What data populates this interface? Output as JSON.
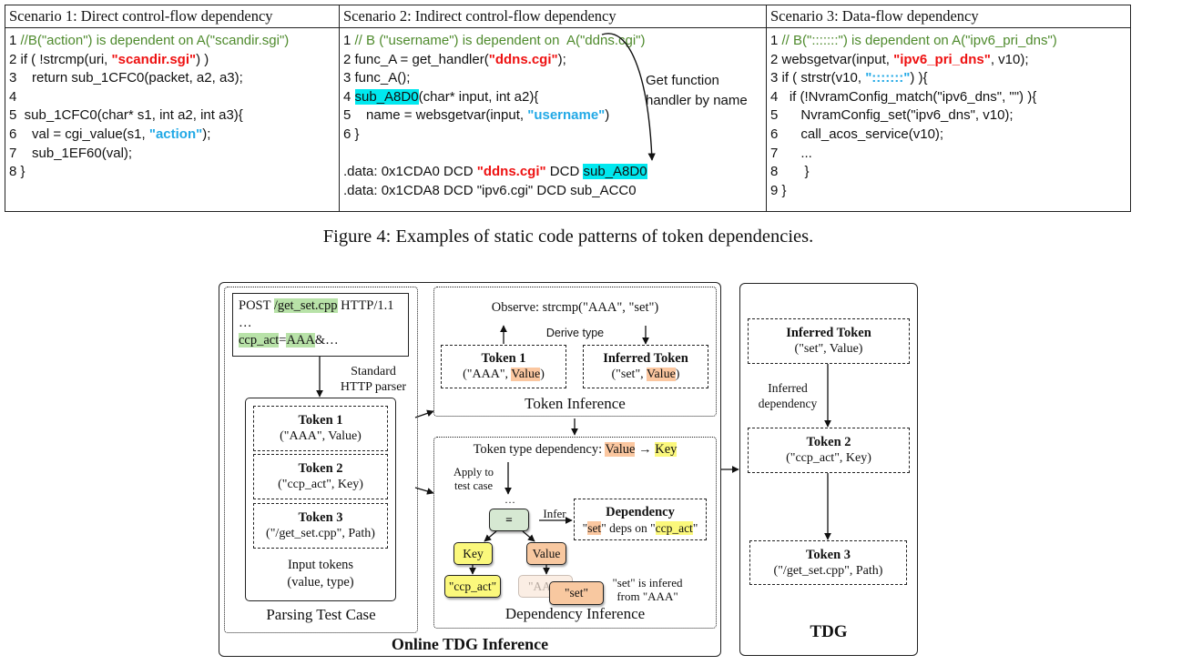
{
  "code_table": {
    "scenarios": [
      {
        "header": "Scenario 1: Direct control-flow dependency",
        "lines": [
          [
            {
              "t": "1 "
            },
            {
              "t": "//B(\"action\") is dependent on A(\"scandir.sgi\")",
              "s": "cmt"
            }
          ],
          [
            {
              "t": "2 if ( !strcmp(uri, "
            },
            {
              "t": "\"scandir.sgi\"",
              "s": "red"
            },
            {
              "t": ") )"
            }
          ],
          [
            {
              "t": "3    return sub_1CFC0(packet, a2, a3);"
            }
          ],
          [
            {
              "t": "4"
            }
          ],
          [
            {
              "t": "5  sub_1CFC0(char* s1, int a2, int a3){"
            }
          ],
          [
            {
              "t": "6    val = cgi_value(s1, "
            },
            {
              "t": "\"action\"",
              "s": "blue"
            },
            {
              "t": ");"
            }
          ],
          [
            {
              "t": "7    sub_1EF60(val);"
            }
          ],
          [
            {
              "t": "8 }"
            }
          ]
        ]
      },
      {
        "header": "Scenario 2: Indirect control-flow dependency",
        "lines": [
          [
            {
              "t": "1 "
            },
            {
              "t": "// B (\"username\") is dependent on  A(\"ddns.cgi\")",
              "s": "cmt"
            }
          ],
          [
            {
              "t": "2 func_A = get_handler("
            },
            {
              "t": "\"ddns.cgi\"",
              "s": "red"
            },
            {
              "t": ");"
            }
          ],
          [
            {
              "t": "3 func_A();"
            }
          ],
          [
            {
              "t": "4 "
            },
            {
              "t": "sub_A8D0",
              "s": "hl"
            },
            {
              "t": "(char* input, int a2){"
            }
          ],
          [
            {
              "t": "5    name = websgetvar(input, "
            },
            {
              "t": "\"username\"",
              "s": "blue"
            },
            {
              "t": ")"
            }
          ],
          [
            {
              "t": "6 }"
            }
          ],
          [
            {
              "t": ""
            }
          ],
          [
            {
              "t": ".data: 0x1CDA0 DCD "
            },
            {
              "t": "\"ddns.cgi\"",
              "s": "red"
            },
            {
              "t": " DCD "
            },
            {
              "t": "sub_A8D0",
              "s": "hl"
            }
          ],
          [
            {
              "t": ".data: 0x1CDA8 DCD \"ipv6.cgi\" DCD sub_ACC0"
            }
          ]
        ],
        "annotation": [
          "Get function",
          "handler by name"
        ]
      },
      {
        "header": "Scenario 3: Data-flow dependency",
        "lines": [
          [
            {
              "t": "1 "
            },
            {
              "t": "// B(\":::::::\") is dependent on A(\"ipv6_pri_dns\")",
              "s": "cmt"
            }
          ],
          [
            {
              "t": "2 websgetvar(input, "
            },
            {
              "t": "\"ipv6_pri_dns\"",
              "s": "red"
            },
            {
              "t": ", v10);"
            }
          ],
          [
            {
              "t": "3 if ( strstr(v10, "
            },
            {
              "t": "\":::::::\"",
              "s": "blue"
            },
            {
              "t": ") ){"
            }
          ],
          [
            {
              "t": "4   if (!NvramConfig_match(\"ipv6_dns\", \"\") ){"
            }
          ],
          [
            {
              "t": "5      NvramConfig_set(\"ipv6_dns\", v10);"
            }
          ],
          [
            {
              "t": "6      call_acos_service(v10);"
            }
          ],
          [
            {
              "t": "7      ..."
            }
          ],
          [
            {
              "t": "8       }"
            }
          ],
          [
            {
              "t": "9 }"
            }
          ]
        ]
      }
    ]
  },
  "caption": "Figure 4: Examples of static code patterns of token dependencies.",
  "diagram": {
    "online_title": "Online TDG Inference",
    "parsing": {
      "request_line_prefix": "POST ",
      "request_path": "/get_set.cpp",
      "request_line_suffix": " HTTP/1.1",
      "ellipsis": "…",
      "body_key": "ccp_act",
      "body_eq": "=",
      "body_value": "AAA",
      "body_suffix": "&…",
      "parser_label_1": "Standard",
      "parser_label_2": "HTTP parser",
      "tokens": [
        {
          "name": "Token 1",
          "value": "(\"AAA\", Value)"
        },
        {
          "name": "Token 2",
          "value": "(\"ccp_act\", Key)"
        },
        {
          "name": "Token 3",
          "value": "(\"/get_set.cpp\", Path)"
        }
      ],
      "input_tokens_1": "Input tokens",
      "input_tokens_2": "(value, type)",
      "title": "Parsing Test Case"
    },
    "token_inference": {
      "observe": "Observe: strcmp(\"AAA\", \"set\")",
      "derive": "Derive type",
      "token1_name": "Token 1",
      "token1_prefix": "(\"AAA\", ",
      "token1_type": "Value",
      "token1_suffix": ")",
      "inferred_name": "Inferred Token",
      "inferred_prefix": "(\"set\", ",
      "inferred_type": "Value",
      "inferred_suffix": ")",
      "title": "Token Inference"
    },
    "dependency_inference": {
      "type_dep_prefix": "Token type dependency: ",
      "type_dep_from": "Value",
      "type_dep_arrow": " → ",
      "type_dep_to": "Key",
      "apply_1": "Apply to",
      "apply_2": "test case",
      "dots": "···",
      "eq_node": "=",
      "infer": "Infer",
      "dep_title": "Dependency",
      "dep_q1": "\"",
      "dep_set": "set",
      "dep_mid": "\" deps on \"",
      "dep_ccp": "ccp_act",
      "dep_q2": "\"",
      "key_node": "Key",
      "value_node": "Value",
      "ccp_node": "\"ccp_act\"",
      "aaa_node": "\"AAA\"",
      "set_node": "\"set\"",
      "note_1": "\"set\" is infered",
      "note_2": "from \"AAA\"",
      "title": "Dependency Inference"
    },
    "tdg": {
      "inferred_name": "Inferred Token",
      "inferred_value": "(\"set\", Value)",
      "edge_label_1": "Inferred",
      "edge_label_2": "dependency",
      "token2_name": "Token 2",
      "token2_value": "(\"ccp_act\", Key)",
      "token3_name": "Token 3",
      "token3_value": "(\"/get_set.cpp\", Path)",
      "title": "TDG"
    }
  }
}
